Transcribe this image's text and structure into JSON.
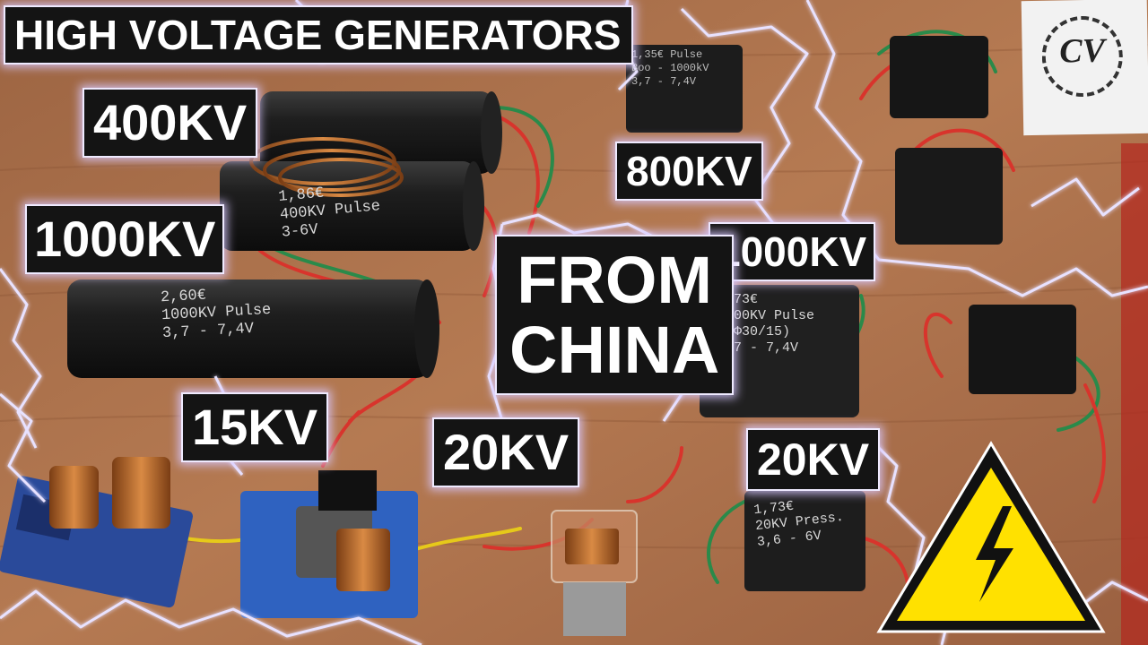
{
  "title": "HIGH VOLTAGE GENERATORS",
  "center_text": [
    "FROM",
    "CHINA"
  ],
  "labels": {
    "kv400": "400KV",
    "kv1000_left": "1000KV",
    "kv800": "800KV",
    "kv1000_right": "1000KV",
    "kv15": "15KV",
    "kv20_center": "20KV",
    "kv20_right": "20KV"
  },
  "inscriptions": {
    "tube_400kv": [
      "1,86€",
      "400KV Pulse",
      "3-6V"
    ],
    "tube_1000kv": [
      "2,60€",
      "1000KV Pulse",
      "3,7 - 7,4V"
    ],
    "block_800kv": [
      "1,35€ Pulse",
      "Boo - 1000kV",
      "3,7 - 7,4V"
    ],
    "block_1000kv": [
      "2,73€",
      "1000KV Pulse",
      "H(Φ30/15)",
      "3,7 - 7,4V"
    ],
    "block_20kv": [
      "1,73€",
      "20KV Press.",
      "3,6 - 6V"
    ]
  },
  "logo_text": "CV",
  "colors": {
    "wood": "#a86f4a",
    "label_bg": "#141414",
    "label_text": "#ffffff",
    "lightning": "#e8e2ff",
    "warning_yellow": "#ffe100",
    "warning_border": "#111111"
  }
}
